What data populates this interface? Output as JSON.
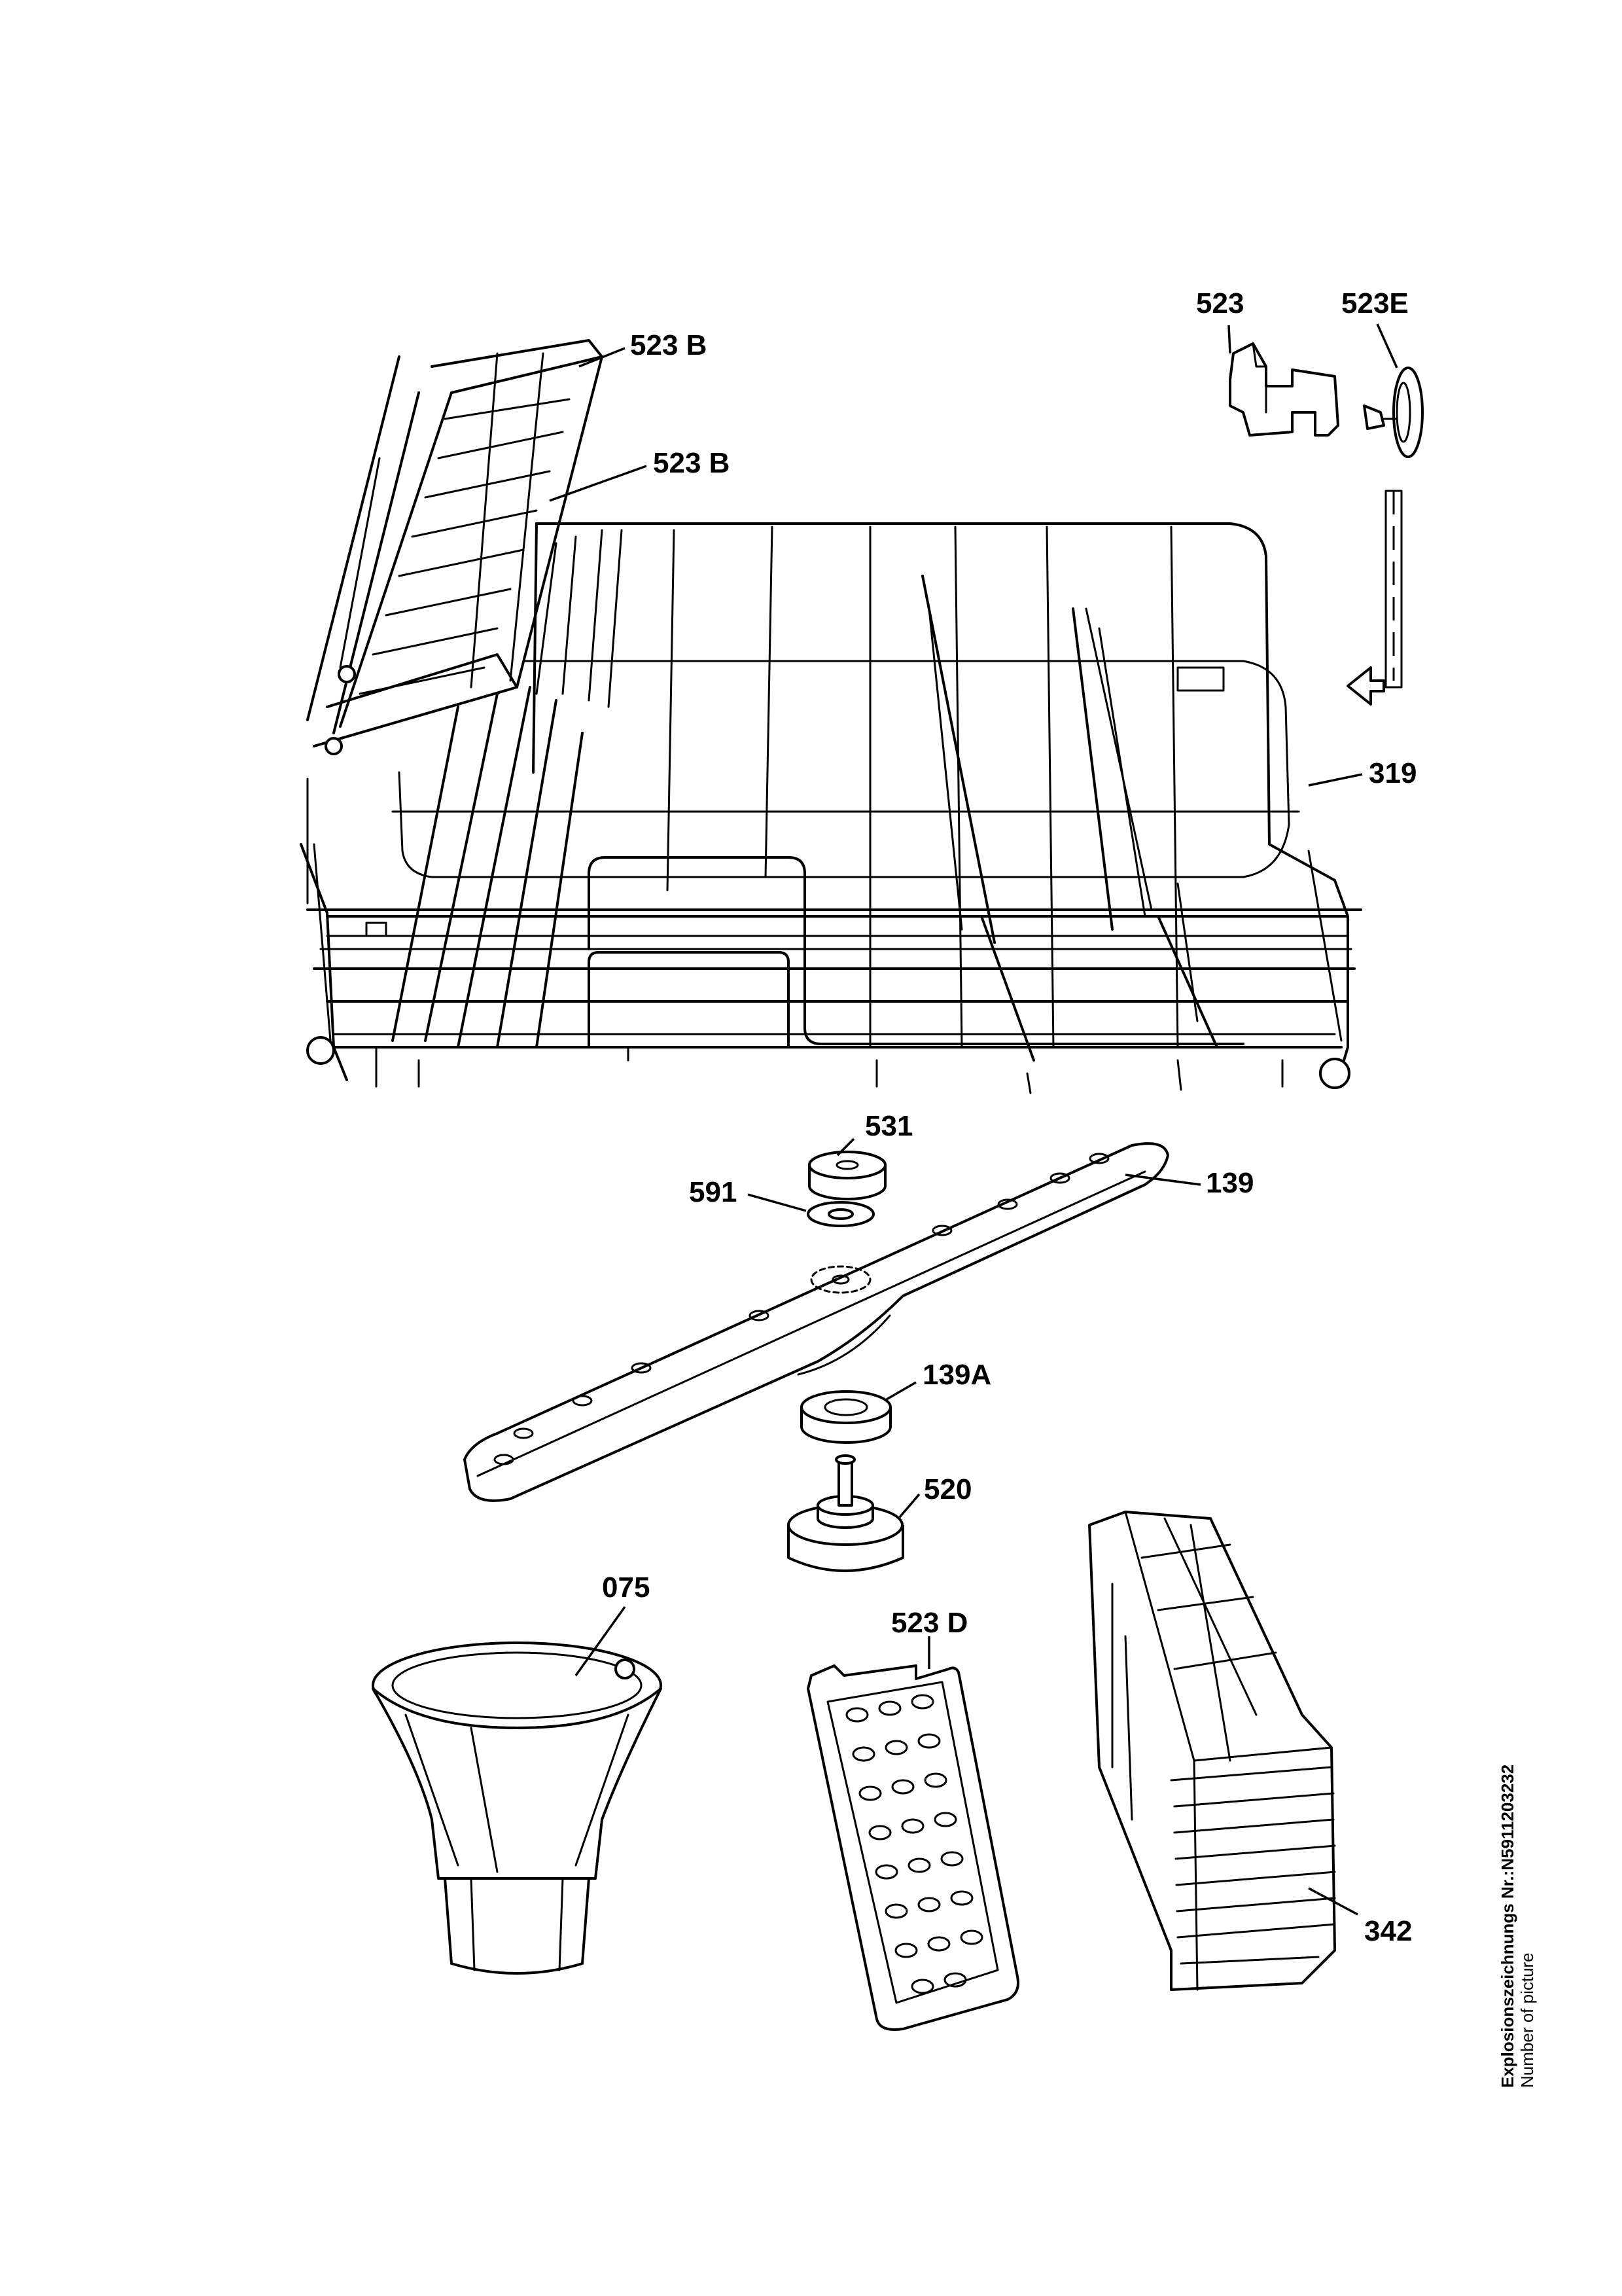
{
  "labels": {
    "p523b_1": "523 B",
    "p523b_2": "523 B",
    "p523": "523",
    "p523e": "523E",
    "p319": "319",
    "p531": "531",
    "p591": "591",
    "p139": "139",
    "p139a": "139A",
    "p520": "520",
    "p075": "075",
    "p523d": "523 D",
    "p342": "342"
  },
  "footer": {
    "drawing_number": "Explosionszeichnungs Nr.:N5911203232",
    "caption": "Number of picture"
  }
}
